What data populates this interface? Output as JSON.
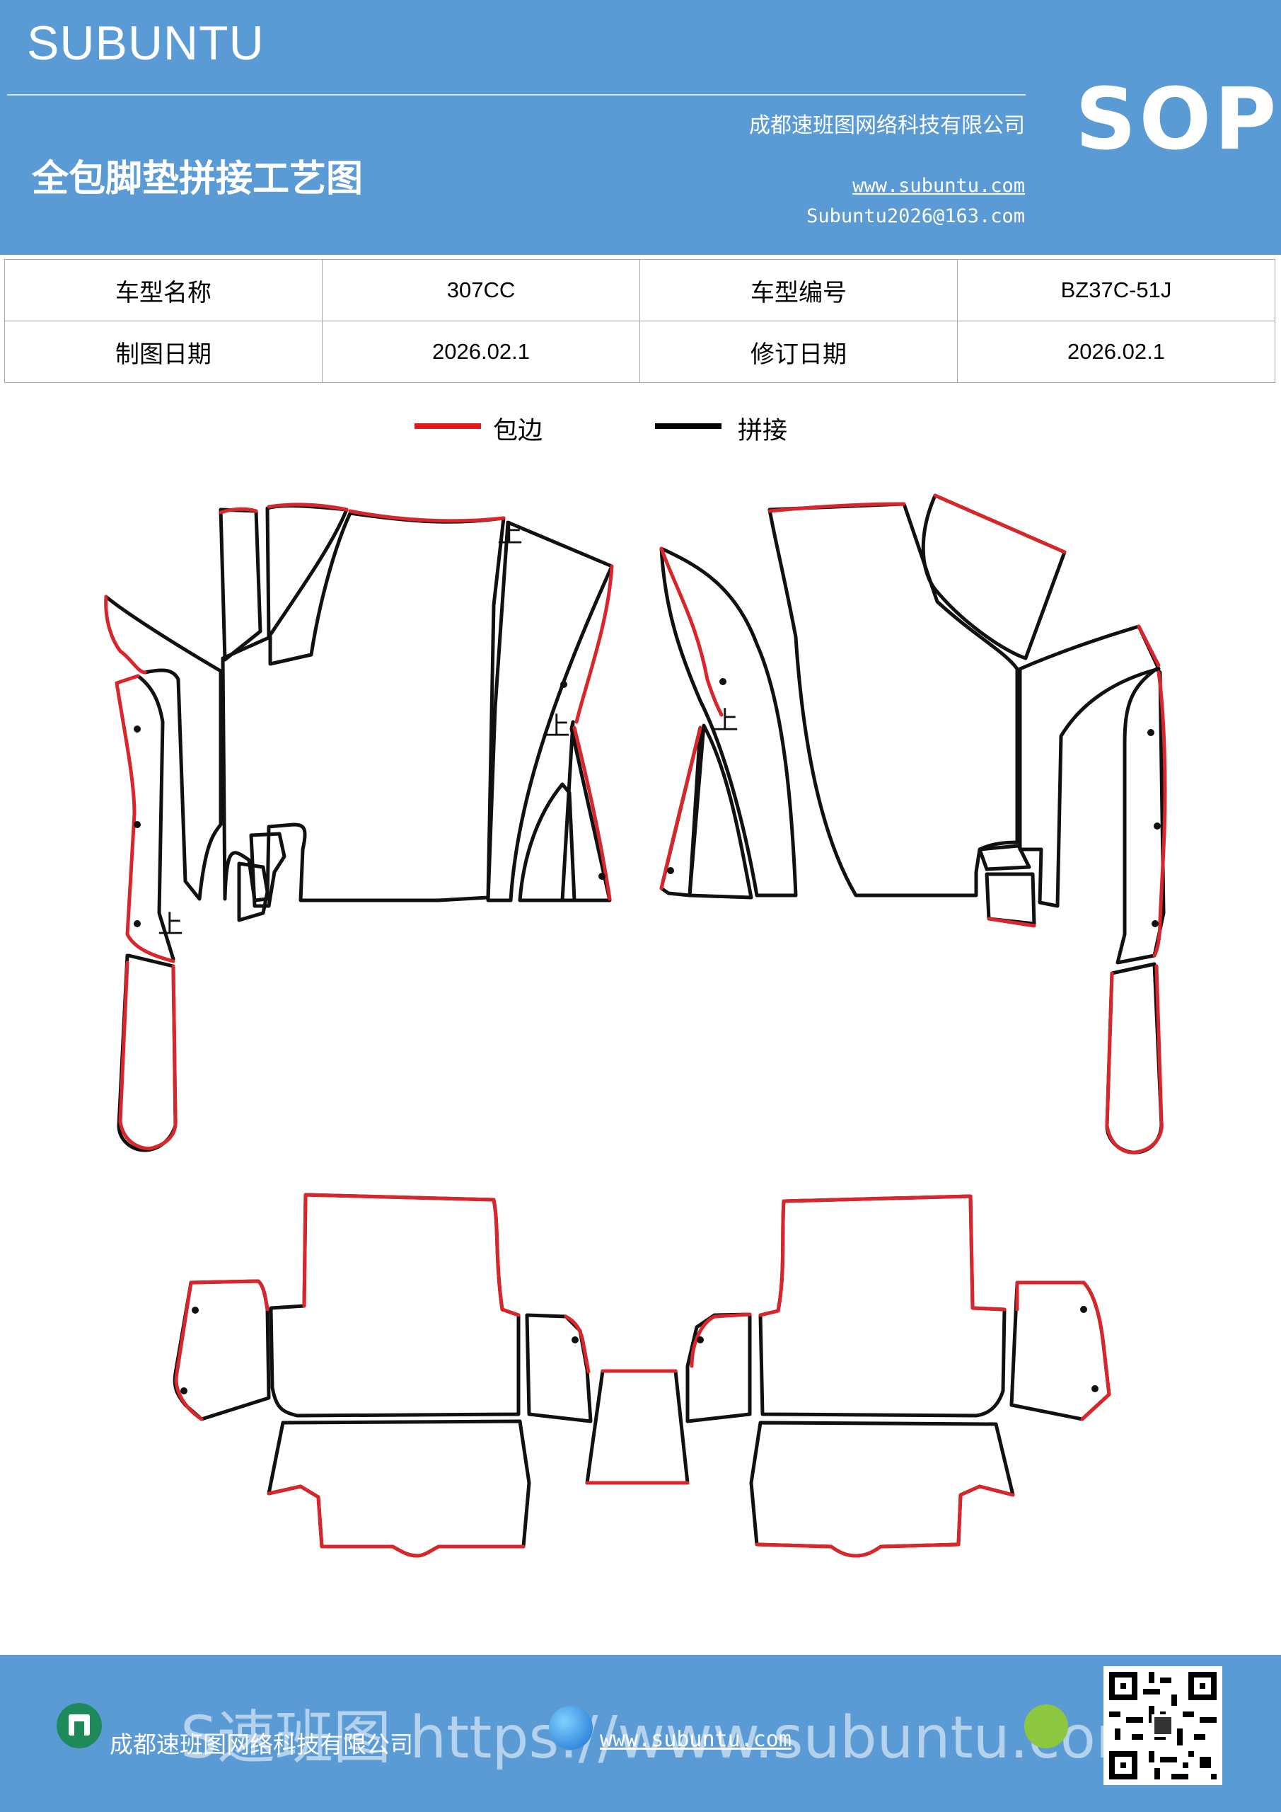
{
  "header": {
    "brand": "SUBUNTU",
    "title": "全包脚垫拼接工艺图",
    "company": "成都速班图网络科技有限公司",
    "website": "www.subuntu.com",
    "email": "Subuntu2026@163.com",
    "badge": "SOP",
    "background_color": "#5b9bd5"
  },
  "info_table": {
    "rows": [
      {
        "label1": "车型名称",
        "value1": "307CC",
        "label2": "车型编号",
        "value2": "BZ37C-51J"
      },
      {
        "label1": "制图日期",
        "value1": "2026.02.1",
        "label2": "修订日期",
        "value2": "2026.02.1"
      }
    ]
  },
  "legend": {
    "items": [
      {
        "label": "包边",
        "color": "#e31a1c"
      },
      {
        "label": "拼接",
        "color": "#000000"
      }
    ]
  },
  "diagram": {
    "mark_label": "上",
    "edge_color": "#d9262b",
    "seam_color": "#111111"
  },
  "footer": {
    "company": "成都速班图网络科技有限公司",
    "website": "www.subuntu.com",
    "ghost_text": "S速班图 https://www.subuntu.com",
    "icons": [
      "building-icon",
      "globe-icon",
      "wechat-icon",
      "qr-code"
    ]
  }
}
